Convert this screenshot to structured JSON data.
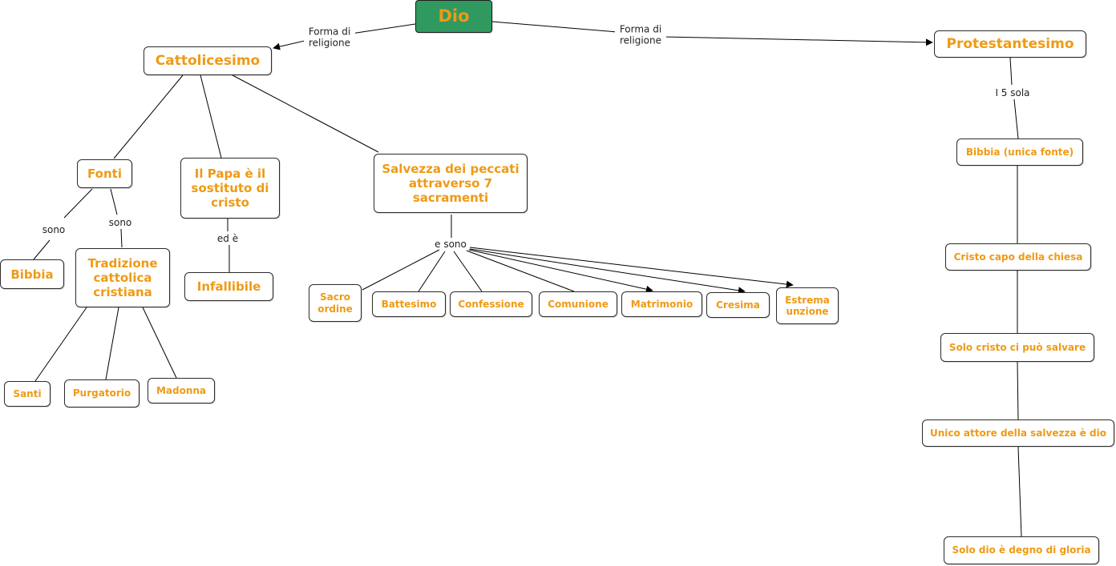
{
  "nodes": {
    "dio": "Dio",
    "cattolicesimo": "Cattolicesimo",
    "protestantesimo": "Protestantesimo",
    "fonti": "Fonti",
    "papa": "Il Papa è il sostituto di cristo",
    "salvezza": "Salvezza dei peccati attraverso 7 sacramenti",
    "bibbia": "Bibbia",
    "tradizione": "Tradizione cattolica cristiana",
    "infallibile": "Infallibile",
    "santi": "Santi",
    "purgatorio": "Purgatorio",
    "madonna": "Madonna",
    "sacro_ordine": "Sacro ordine",
    "battesimo": "Battesimo",
    "confessione": "Confessione",
    "comunione": "Comunione",
    "matrimonio": "Matrimonio",
    "cresima": "Cresima",
    "estrema_unzione": "Estrema unzione",
    "bibbia_unica": "Bibbia (unica fonte)",
    "cristo_capo": "Cristo capo della chiesa",
    "solo_cristo": "Solo cristo ci può salvare",
    "unico_attore": "Unico attore della salvezza è dio",
    "solo_dio": "Solo dio è degno di gloria"
  },
  "links": {
    "forma_religione_left": "Forma di religione",
    "forma_religione_right": "Forma di religione",
    "sono_bibbia": "sono",
    "sono_tradizione": "sono",
    "ed_e": "ed è",
    "e_sono": "e sono",
    "i5sola": "I 5 sola"
  },
  "colors": {
    "node_text": "#ef9a14",
    "root_fill": "#2f9960",
    "border": "#2b2b2b",
    "line": "#000000"
  }
}
